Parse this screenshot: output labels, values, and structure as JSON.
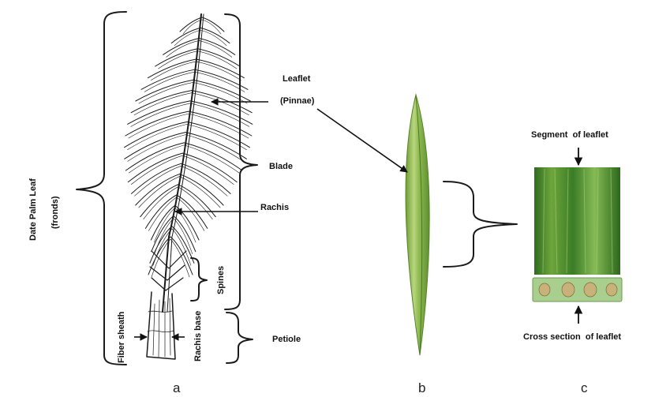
{
  "labels": {
    "leaflet": "Leaflet",
    "pinnae": "(Pinnae)",
    "blade": "Blade",
    "rachis": "Rachis",
    "date_palm_leaf": "Date Palm Leaf",
    "fronds": "(fronds)",
    "spines": "Spines",
    "fiber_sheath": "Fiber sheath",
    "rachis_base": "Rachis base",
    "petiole": "Petiole",
    "segment_of_leaflet": "Segment  of leaflet",
    "cross_section_of_leaflet": "Cross section  of leaflet"
  },
  "panels": {
    "a": "a",
    "b": "b",
    "c": "c"
  },
  "colors": {
    "leaflet_light": "#b7d47a",
    "leaflet_dark": "#5e8f2e",
    "segment_dark": "#2f6e1f",
    "segment_light": "#7fb04a",
    "cross_section": "#a9cf8e"
  }
}
